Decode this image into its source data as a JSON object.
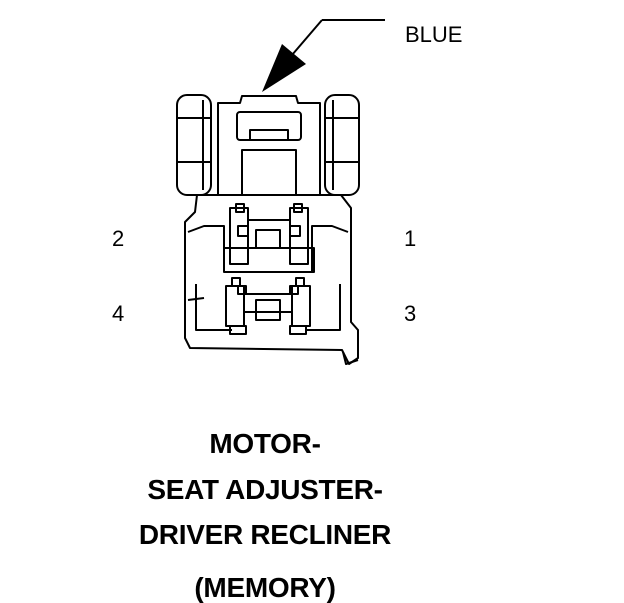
{
  "connector": {
    "color_label": "BLUE",
    "pins": [
      "1",
      "2",
      "3",
      "4"
    ]
  },
  "caption": {
    "line1": "MOTOR-",
    "line2": "SEAT ADJUSTER-",
    "line3": "DRIVER RECLINER",
    "line4": "(MEMORY)"
  }
}
